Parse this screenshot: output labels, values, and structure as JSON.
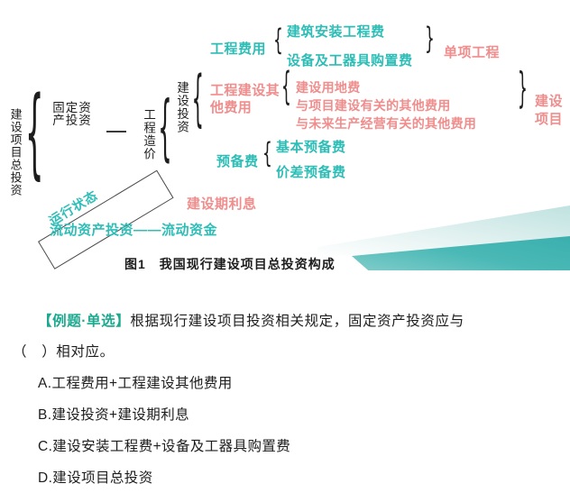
{
  "colors": {
    "teal": "#2ebdb6",
    "pink": "#f08d8d",
    "green_tag": "#1ca98f",
    "text": "#1d1d1d",
    "wave_dark": "#56bfbd",
    "wave_light": "#dff0ef"
  },
  "diagram": {
    "root_label": "建设项目总投资",
    "fixed_asset": "固定资产投资",
    "project_cost": "工程造价",
    "construction_investment": "建设投资",
    "run_state": "运行状态",
    "current_asset": "流动资产投资——流动资金",
    "engineering_fee": "工程费用",
    "engineering_other_fee": "工程建设其他费用",
    "reserve_fee": "预备费",
    "construction_interest": "建设期利息",
    "build_install_fee": "建筑安装工程费",
    "equipment_fee": "设备及工器具购置费",
    "single_project": "单项工程",
    "land_fee": "建设用地费",
    "related_project_fee": "与项目建设有关的其他费用",
    "future_operation_fee": "与未来生产经营有关的其他费用",
    "construction_project": "建设项目",
    "basic_reserve": "基本预备费",
    "price_diff_reserve": "价差预备费",
    "caption": "图1　我国现行建设项目总投资构成"
  },
  "quiz": {
    "tag": "【例题·单选】",
    "stem_line1": "根据现行建设项目投资相关规定，固定资产投资应与",
    "stem_line2": "（　）相对应。",
    "options": [
      "A.工程费用+工程建设其他费用",
      "B.建设投资+建设期利息",
      "C.建设安装工程费+设备及工器具购置费",
      "D.建设项目总投资"
    ]
  }
}
